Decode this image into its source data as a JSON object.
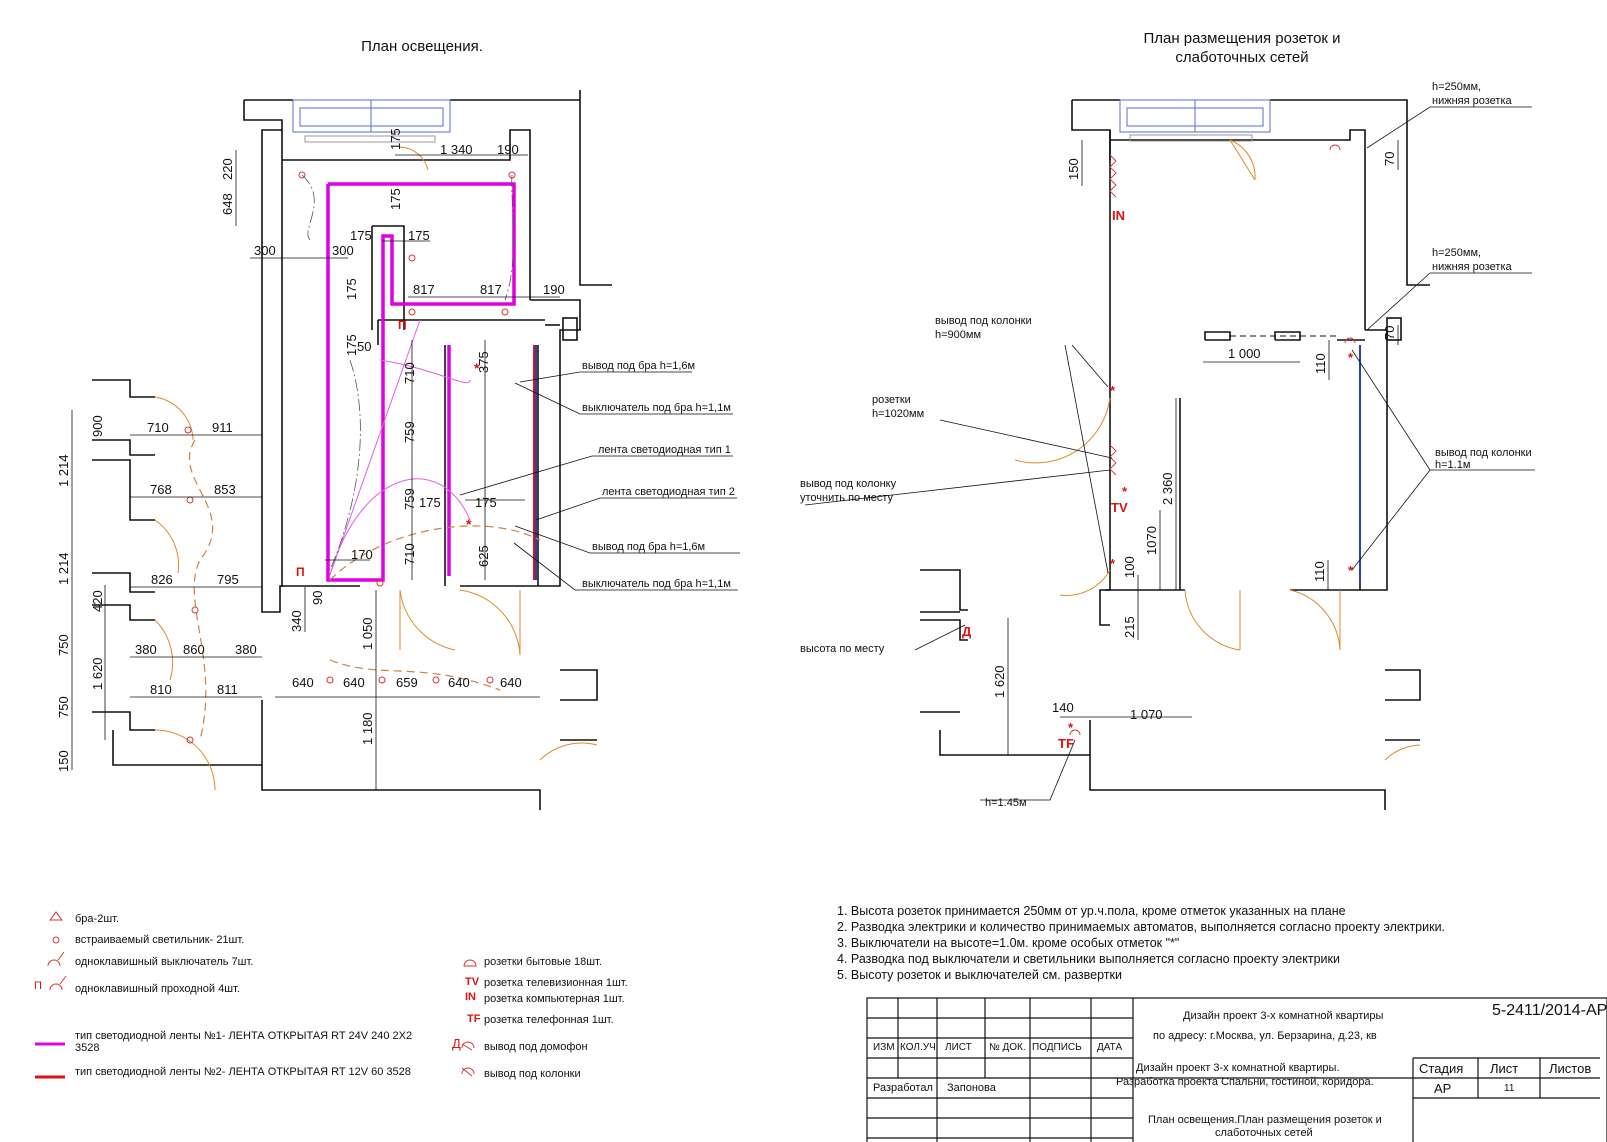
{
  "titles": {
    "left": "План освещения.",
    "right_line1": "План размещения розеток и",
    "right_line2": "слаботочных сетей"
  },
  "left_dims": [
    "1 340",
    "190",
    "175",
    "175",
    "220",
    "648",
    "300",
    "300",
    "175",
    "175",
    "175",
    "817",
    "817",
    "190",
    "175",
    "50",
    "375",
    "710",
    "759",
    "759",
    "710",
    "175",
    "175",
    "625",
    "170",
    "90",
    "340",
    "1 050",
    "1 180",
    "900",
    "710",
    "911",
    "1 214",
    "768",
    "853",
    "1 214",
    "826",
    "795",
    "420",
    "750",
    "380",
    "860",
    "380",
    "1 620",
    "750",
    "810",
    "811",
    "640",
    "640",
    "659",
    "640",
    "640",
    "150"
  ],
  "left_callouts": [
    "вывод под бра h=1,6м",
    "выключатель под бра h=1,1м",
    "лента светодиодная тип 1",
    "лента светодиодная тип 2",
    "вывод под бра h=1,6м",
    "выключатель под бра h=1,1м"
  ],
  "left_marks": [
    "П",
    "П"
  ],
  "right_dims": [
    "150",
    "70",
    "1 000",
    "110",
    "70",
    "2 360",
    "1070",
    "100",
    "110",
    "215",
    "1 620",
    "140",
    "1 070"
  ],
  "right_callouts": {
    "h250_1a": "h=250мм,",
    "h250_1b": "нижняя розетка",
    "h250_2a": "h=250мм,",
    "h250_2b": "нижняя розетка",
    "colonki_a": "вывод под колонки",
    "colonki_b": "h=900мм",
    "rozetki_a": "розетки",
    "rozetki_b": "h=1020мм",
    "kolonku_a": "вывод под колонку",
    "kolonku_b": "уточнить по месту",
    "colonki2_a": "вывод под колонки",
    "colonki2_b": "h=1.1м",
    "vysota": "высота по месту",
    "h145": "h=1.45м"
  },
  "right_marks": [
    "IN",
    "TV",
    "Д",
    "TF",
    "*"
  ],
  "legend_left": [
    "бра-2шт.",
    "встраиваемый светильник- 21шт.",
    "одноклавишный выключатель 7шт.",
    "одноклавишный проходной 4шт."
  ],
  "legend_left_mark": "П",
  "legend_led1": "тип светодиодной ленты №1- ЛЕНТА ОТКРЫТАЯ RT 24V 240 2X2 3528",
  "legend_led2": "тип светодиодной ленты №2- ЛЕНТА ОТКРЫТАЯ RT 12V 60 3528",
  "legend_right": [
    {
      "mark": "",
      "text": "розетки бытовые 18шт."
    },
    {
      "mark": "TV",
      "text": "розетка телевизионная 1шт."
    },
    {
      "mark": "IN",
      "text": "розетка компьютерная 1шт."
    },
    {
      "mark": "TF",
      "text": "розетка телефонная 1шт."
    },
    {
      "mark": "Д",
      "text": "вывод под домофон"
    },
    {
      "mark": "",
      "text": "вывод под колонки"
    }
  ],
  "notes": [
    "1. Высота розеток принимается 250мм от ур.ч.пола, кроме отметок указанных на плане",
    "2. Разводка электрики и количество принимаемых автоматов, выполняется согласно проекту электрики.",
    "3. Выключатели на высоте=1.0м. кроме особых отметок \"*\"",
    "4. Разводка под выключатели и светильники выполняется согласно проекту электрики",
    "5. Высоту розеток и выключателей см. развертки"
  ],
  "stamp": {
    "code": "5-2411/2014-АР",
    "project_1": "Дизайн проект 3-х комнатной квартиры",
    "project_2": "по адресу: г.Москва, ул. Берзарина, д.23, кв",
    "cols": [
      "ИЗМ",
      "КОЛ.УЧ",
      "ЛИСТ",
      "№ ДОК.",
      "ПОДПИСЬ",
      "ДАТА"
    ],
    "stage_label": "Стадия",
    "sheet_label": "Лист",
    "sheets_label": "Листов",
    "stage": "АР",
    "sheet": "11",
    "dev_label": "Разработал",
    "dev_name": "Запонова",
    "desc_1": "Дизайн проект 3-х комнатной квартиры.",
    "desc_2": "Разработка проекта Спальни, гостиной, коридора.",
    "sheet_title_1": "План освещения.План размещения розеток и",
    "sheet_title_2": "слаботочных сетей"
  }
}
